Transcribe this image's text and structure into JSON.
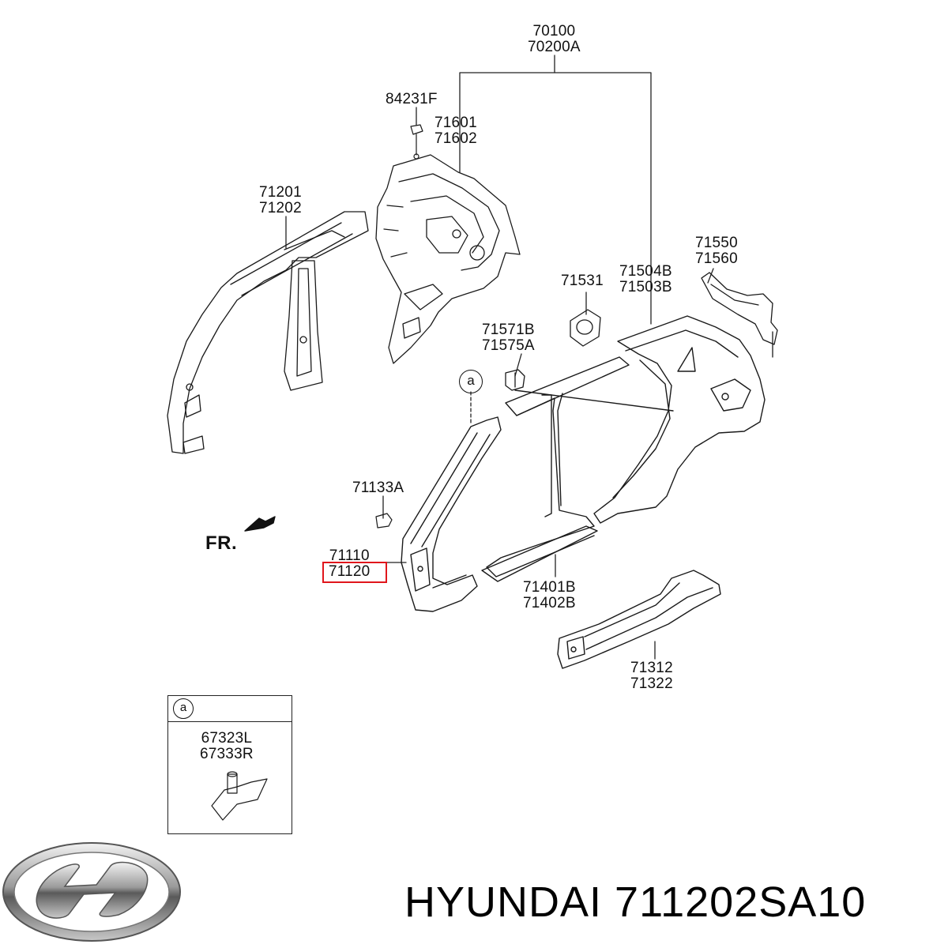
{
  "brand": "HYUNDAI",
  "part_number": "711202SA10",
  "direction_label": "FR.",
  "callout_letter": "a",
  "inset": {
    "callout_letter": "a",
    "part_numbers": [
      "67323L",
      "67333R"
    ]
  },
  "highlight_color": "#e0161c",
  "highlighted_part": "71120",
  "labels": {
    "assembly": [
      "70100",
      "70200A"
    ],
    "nut": [
      "84231F"
    ],
    "rear_inner": [
      "71601",
      "71602"
    ],
    "roof_rail": [
      "71201",
      "71202"
    ],
    "tail_ext": [
      "71550",
      "71560"
    ],
    "quarter": [
      "71504B",
      "71503B"
    ],
    "fuel_door": [
      "71531"
    ],
    "bracket": [
      "71571B",
      "71575A"
    ],
    "a_pillar_bracket": [
      "71133A"
    ],
    "a_pillar": [
      "71110",
      "71120"
    ],
    "side_sill_outer": [
      "71401B",
      "71402B"
    ],
    "side_sill_inner": [
      "71312",
      "71322"
    ]
  }
}
